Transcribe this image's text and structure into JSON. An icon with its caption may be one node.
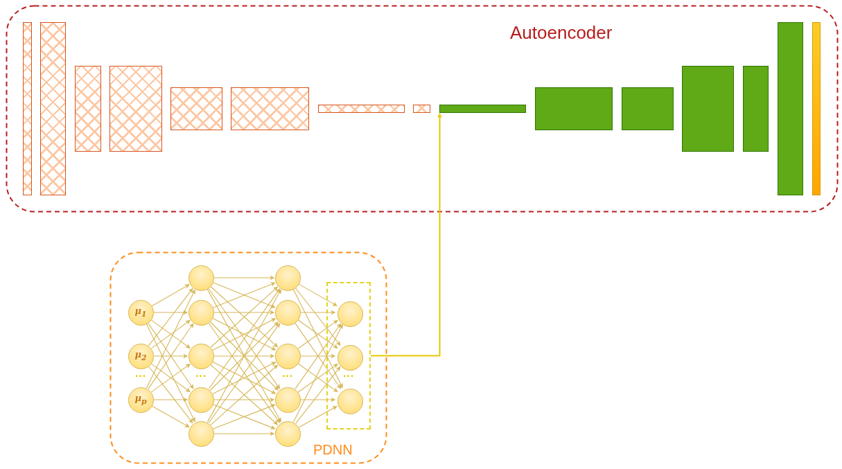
{
  "diagram": {
    "nodes": [
      {
        "text": [
          "Autoencoder"
        ]
      },
      {
        "text": [],
        "shape": "bar",
        "in": 0
      },
      {
        "text": [],
        "shape": "bar",
        "in": 0
      },
      {
        "text": [],
        "shape": "bar",
        "in": 0
      },
      {
        "text": [],
        "shape": "bar",
        "in": 0
      },
      {
        "text": [],
        "shape": "bar",
        "in": 0
      },
      {
        "text": [],
        "shape": "bar",
        "in": 0
      },
      {
        "text": [],
        "shape": "bar",
        "in": 0
      },
      {
        "text": [],
        "shape": "bar",
        "in": 0
      },
      {
        "text": [],
        "shape": "bar",
        "in": 0
      },
      {
        "text": [],
        "shape": "bar",
        "in": 0
      },
      {
        "text": [],
        "shape": "bar",
        "in": 0
      },
      {
        "text": [],
        "shape": "bar",
        "in": 0
      },
      {
        "text": [],
        "shape": "bar",
        "in": 0
      },
      {
        "text": [],
        "shape": "bar",
        "in": 0
      },
      {
        "text": [],
        "shape": "bar",
        "in": 0
      },
      {
        "text": [
          "PDNN"
        ]
      },
      {
        "text": [
          "μ$_{1}$"
        ],
        "in": 16
      },
      {
        "text": [
          "μ$_{2}$"
        ],
        "in": 16
      },
      {
        "text": [
          "μ$_{p}$"
        ],
        "in": 16
      },
      {
        "text": [],
        "shape": "circle",
        "in": 16
      },
      {
        "text": [],
        "shape": "circle",
        "in": 16
      },
      {
        "text": [],
        "shape": "circle",
        "in": 16
      },
      {
        "text": [],
        "shape": "circle",
        "in": 16
      },
      {
        "text": [],
        "shape": "circle",
        "in": 16
      },
      {
        "text": [],
        "shape": "circle",
        "in": 16
      },
      {
        "text": [],
        "shape": "circle",
        "in": 16
      },
      {
        "text": [],
        "shape": "circle",
        "in": 16
      },
      {
        "text": [],
        "shape": "circle",
        "in": 16
      },
      {
        "text": [],
        "shape": "circle",
        "in": 16
      },
      {
        "text": [],
        "shape": "box",
        "in": 16
      },
      {
        "text": [],
        "shape": "circle",
        "in": 30
      },
      {
        "text": [],
        "shape": "circle",
        "in": 30
      },
      {
        "text": [],
        "shape": "circle",
        "in": 30
      }
    ],
    "edges": [
      {
        "from": 17,
        "to": 20,
        "arrow": "to"
      },
      {
        "from": 17,
        "to": 21,
        "arrow": "to"
      },
      {
        "from": 17,
        "to": 22,
        "arrow": "to"
      },
      {
        "from": 17,
        "to": 23,
        "arrow": "to"
      },
      {
        "from": 17,
        "to": 24,
        "arrow": "to"
      },
      {
        "from": 18,
        "to": 20,
        "arrow": "to"
      },
      {
        "from": 18,
        "to": 21,
        "arrow": "to"
      },
      {
        "from": 18,
        "to": 22,
        "arrow": "to"
      },
      {
        "from": 18,
        "to": 23,
        "arrow": "to"
      },
      {
        "from": 18,
        "to": 24,
        "arrow": "to"
      },
      {
        "from": 19,
        "to": 20,
        "arrow": "to"
      },
      {
        "from": 19,
        "to": 21,
        "arrow": "to"
      },
      {
        "from": 19,
        "to": 22,
        "arrow": "to"
      },
      {
        "from": 19,
        "to": 23,
        "arrow": "to"
      },
      {
        "from": 19,
        "to": 24,
        "arrow": "to"
      },
      {
        "from": 20,
        "to": 25,
        "arrow": "to"
      },
      {
        "from": 20,
        "to": 26,
        "arrow": "to"
      },
      {
        "from": 20,
        "to": 27,
        "arrow": "to"
      },
      {
        "from": 20,
        "to": 28,
        "arrow": "to"
      },
      {
        "from": 20,
        "to": 29,
        "arrow": "to"
      },
      {
        "from": 21,
        "to": 25,
        "arrow": "to"
      },
      {
        "from": 21,
        "to": 26,
        "arrow": "to"
      },
      {
        "from": 21,
        "to": 27,
        "arrow": "to"
      },
      {
        "from": 21,
        "to": 28,
        "arrow": "to"
      },
      {
        "from": 21,
        "to": 29,
        "arrow": "to"
      },
      {
        "from": 22,
        "to": 25,
        "arrow": "to"
      },
      {
        "from": 22,
        "to": 26,
        "arrow": "to"
      },
      {
        "from": 22,
        "to": 27,
        "arrow": "to"
      },
      {
        "from": 22,
        "to": 28,
        "arrow": "to"
      },
      {
        "from": 22,
        "to": 29,
        "arrow": "to"
      },
      {
        "from": 23,
        "to": 25,
        "arrow": "to"
      },
      {
        "from": 23,
        "to": 26,
        "arrow": "to"
      },
      {
        "from": 23,
        "to": 27,
        "arrow": "to"
      },
      {
        "from": 23,
        "to": 28,
        "arrow": "to"
      },
      {
        "from": 23,
        "to": 29,
        "arrow": "to"
      },
      {
        "from": 24,
        "to": 25,
        "arrow": "to"
      },
      {
        "from": 24,
        "to": 26,
        "arrow": "to"
      },
      {
        "from": 24,
        "to": 27,
        "arrow": "to"
      },
      {
        "from": 24,
        "to": 28,
        "arrow": "to"
      },
      {
        "from": 24,
        "to": 29,
        "arrow": "to"
      },
      {
        "from": 25,
        "to": 31,
        "arrow": "to"
      },
      {
        "from": 25,
        "to": 32,
        "arrow": "to"
      },
      {
        "from": 25,
        "to": 33,
        "arrow": "to"
      },
      {
        "from": 26,
        "to": 31,
        "arrow": "to"
      },
      {
        "from": 26,
        "to": 32,
        "arrow": "to"
      },
      {
        "from": 26,
        "to": 33,
        "arrow": "to"
      },
      {
        "from": 27,
        "to": 31,
        "arrow": "to"
      },
      {
        "from": 27,
        "to": 32,
        "arrow": "to"
      },
      {
        "from": 27,
        "to": 33,
        "arrow": "to"
      },
      {
        "from": 28,
        "to": 31,
        "arrow": "to"
      },
      {
        "from": 28,
        "to": 32,
        "arrow": "to"
      },
      {
        "from": 28,
        "to": 33,
        "arrow": "to"
      },
      {
        "from": 29,
        "to": 31,
        "arrow": "to"
      },
      {
        "from": 29,
        "to": 32,
        "arrow": "to"
      },
      {
        "from": 29,
        "to": 33,
        "arrow": "to"
      },
      {
        "from": 30,
        "to": 9,
        "arrow": "to",
        "color": "#e6c800"
      }
    ],
    "labels": [
      "···",
      "···",
      "···",
      "···"
    ]
  }
}
